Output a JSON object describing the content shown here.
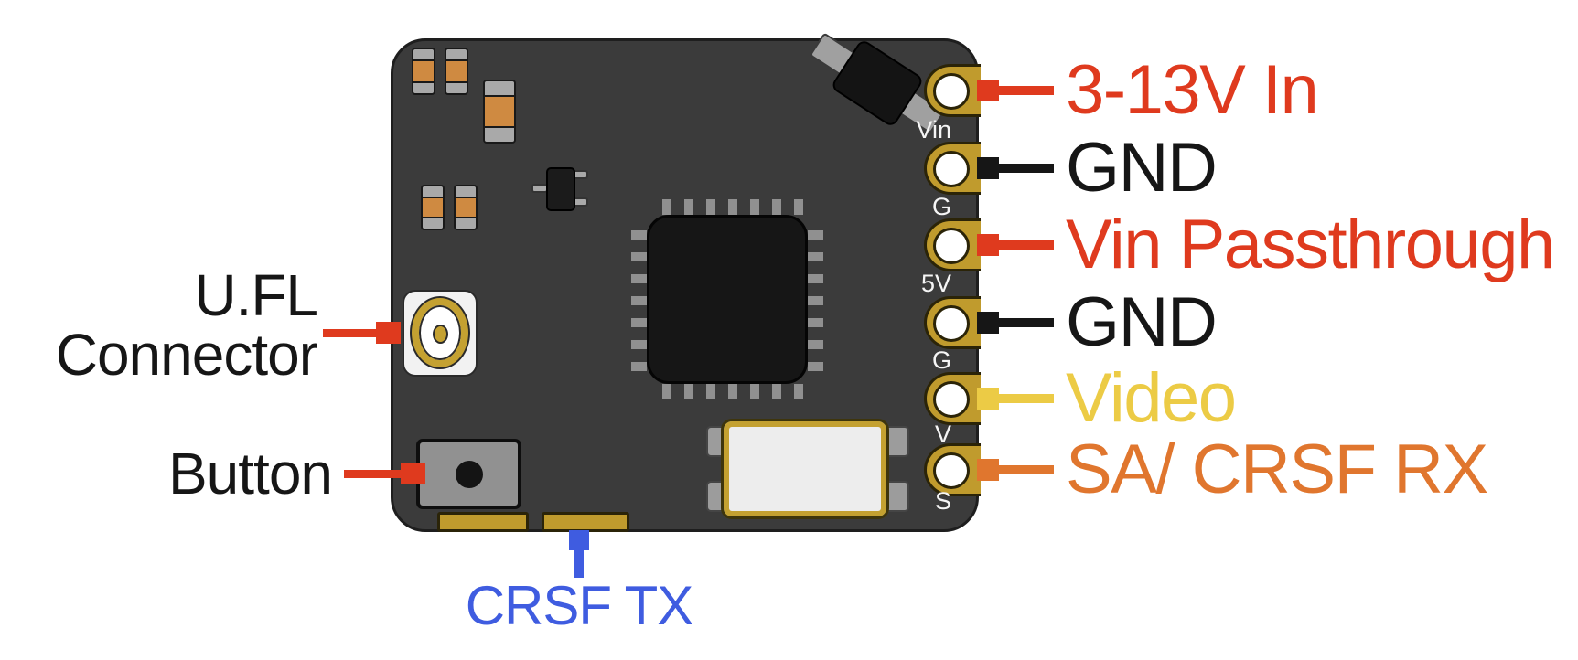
{
  "background": "#ffffff",
  "colors": {
    "board": "#3b3b3b",
    "pad_gold": "#c09b2d",
    "red": "#df3a1e",
    "black": "#161616",
    "yellow": "#eccb45",
    "orange": "#e0762e",
    "blue": "#3f5ce0",
    "silk_white": "#f5f5f5"
  },
  "pins": [
    {
      "silk": "Vin",
      "callout": "3-13V In",
      "color": "#df3a1e"
    },
    {
      "silk": "G",
      "callout": "GND",
      "color": "#161616"
    },
    {
      "silk": "5V",
      "callout": "Vin Passthrough",
      "color": "#df3a1e"
    },
    {
      "silk": "G",
      "callout": "GND",
      "color": "#161616"
    },
    {
      "silk": "V",
      "callout": "Video",
      "color": "#eccb45"
    },
    {
      "silk": "S",
      "callout": "SA/ CRSF RX",
      "color": "#e0762e"
    }
  ],
  "left_callouts": [
    {
      "line1": "U.FL",
      "line2": "Connector",
      "arrow_color": "#df3a1e"
    },
    {
      "line1": "Button",
      "arrow_color": "#df3a1e"
    }
  ],
  "bottom_callout": {
    "label": "CRSF TX",
    "color": "#3f5ce0"
  }
}
